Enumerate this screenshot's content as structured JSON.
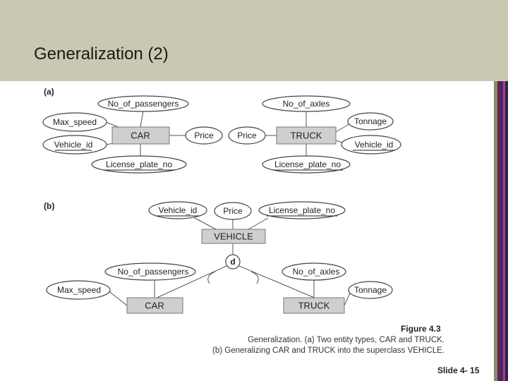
{
  "slide": {
    "title": "Generalization (2)",
    "slide_number": "Slide 4- 15",
    "header_color": "#c9c9b1",
    "stripe_colors": [
      "#8a8a74",
      "#6b2240",
      "#3a2a7a",
      "#b04060",
      "#30205a"
    ]
  },
  "figure": {
    "part_a_label": "(a)",
    "part_b_label": "(b)",
    "entities": {
      "a_car": "CAR",
      "a_truck": "TRUCK",
      "b_vehicle": "VEHICLE",
      "b_car": "CAR",
      "b_truck": "TRUCK"
    },
    "attributes": {
      "a_car_passengers": "No_of_passengers",
      "a_car_max_speed": "Max_speed",
      "a_car_vehicle_id": "Vehicle_id",
      "a_car_price": "Price",
      "a_car_license": "License_plate_no",
      "a_truck_axles": "No_of_axles",
      "a_truck_tonnage": "Tonnage",
      "a_truck_vehicle_id": "Vehicle_id",
      "a_truck_price": "Price",
      "a_truck_license": "License_plate_no",
      "b_vehicle_id": "Vehicle_id",
      "b_price": "Price",
      "b_license": "License_plate_no",
      "b_car_passengers": "No_of_passengers",
      "b_car_max_speed": "Max_speed",
      "b_truck_axles": "No_of_axles",
      "b_truck_tonnage": "Tonnage"
    },
    "disjoint_symbol": "d",
    "caption": {
      "title": "Figure 4.3",
      "line1": "Generalization. (a) Two entity types, CAR and TRUCK.",
      "line2": "(b) Generalizing CAR and TRUCK into the superclass VEHICLE."
    }
  }
}
